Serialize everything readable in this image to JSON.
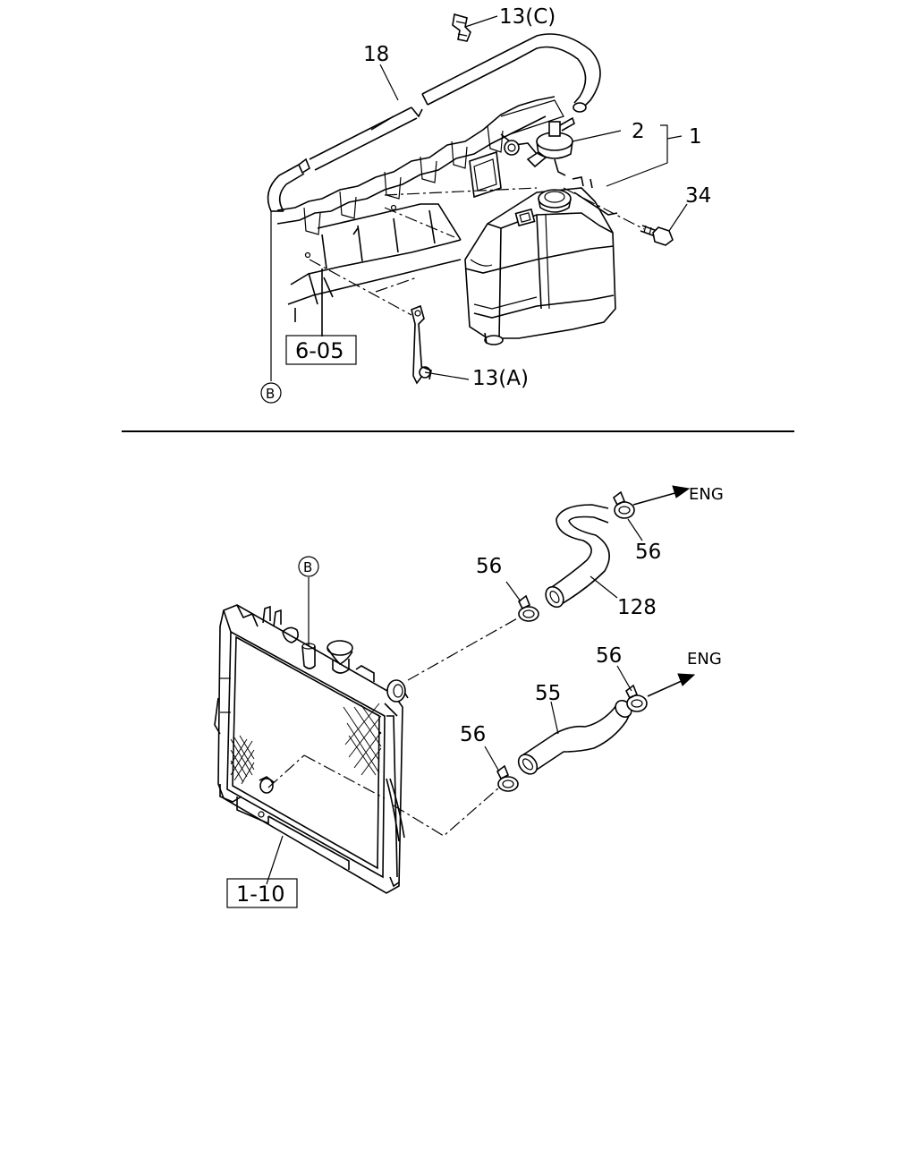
{
  "callouts": {
    "c13c": "13(C)",
    "c18": "18",
    "c2": "2",
    "c1": "1",
    "c34": "34",
    "c13a": "13(A)",
    "c56a": "56",
    "c56b": "56",
    "c128": "128",
    "c56c": "56",
    "c55": "55",
    "c56d": "56"
  },
  "ref_boxes": {
    "r605": "6-05",
    "r110": "1-10"
  },
  "connectors": {
    "b_top": "B",
    "b_bottom": "B"
  },
  "arrows": {
    "eng_upper": "ENG",
    "eng_lower": "ENG"
  }
}
